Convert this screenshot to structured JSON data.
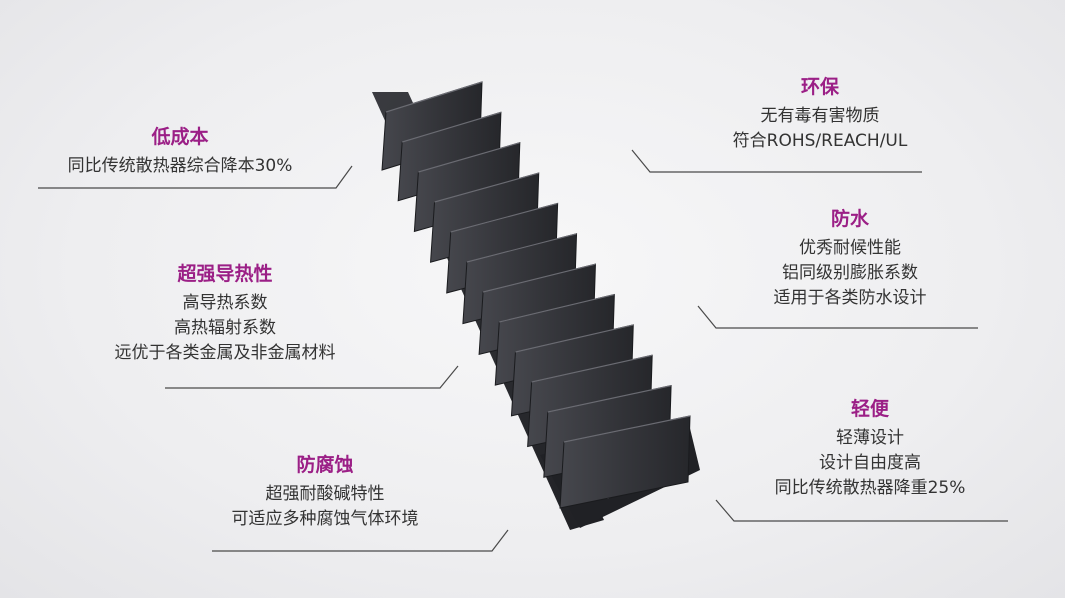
{
  "features": {
    "low_cost": {
      "title": "低成本",
      "lines": [
        "同比传统散热器综合降本30%"
      ]
    },
    "thermal": {
      "title": "超强导热性",
      "lines": [
        "高导热系数",
        "高热辐射系数",
        "远优于各类金属及非金属材料"
      ]
    },
    "anticorrosion": {
      "title": "防腐蚀",
      "lines": [
        "超强耐酸碱特性",
        "可适应多种腐蚀气体环境"
      ]
    },
    "eco": {
      "title": "环保",
      "lines": [
        "无有毒有害物质",
        "符合ROHS/REACH/UL"
      ]
    },
    "waterproof": {
      "title": "防水",
      "lines": [
        "优秀耐候性能",
        "铝同级别膨胀系数",
        "适用于各类防水设计"
      ]
    },
    "lightweight": {
      "title": "轻便",
      "lines": [
        "轻薄设计",
        "设计自由度高",
        "同比传统散热器降重25%"
      ]
    }
  },
  "colors": {
    "accent": "#9b1f86",
    "text": "#333333",
    "product": "#2b2c31"
  },
  "icons": {
    "product": "heatsink-fins-image"
  }
}
